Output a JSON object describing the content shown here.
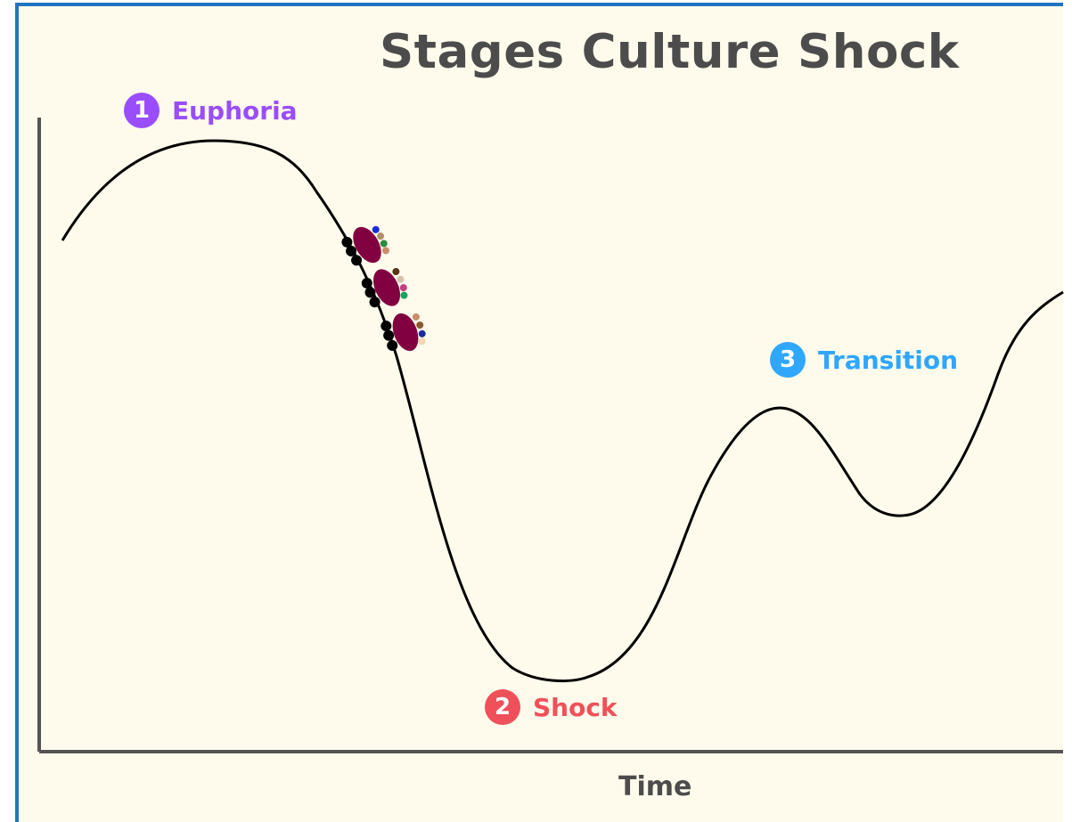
{
  "title": "Stages Culture Shock",
  "x_axis_label": "Time",
  "stages": [
    {
      "number": "1",
      "label": "Euphoria",
      "color": "#9a4dff"
    },
    {
      "number": "2",
      "label": "Shock",
      "color": "#f0505a"
    },
    {
      "number": "3",
      "label": "Transition",
      "color": "#2fa7ff"
    }
  ],
  "icons": {
    "roller_coaster": "roller-coaster-train-icon"
  },
  "colors": {
    "background": "#fffbec",
    "frame_border": "#1f74c4",
    "curve": "#000000",
    "axis": "#555555",
    "cart": "#800040"
  }
}
